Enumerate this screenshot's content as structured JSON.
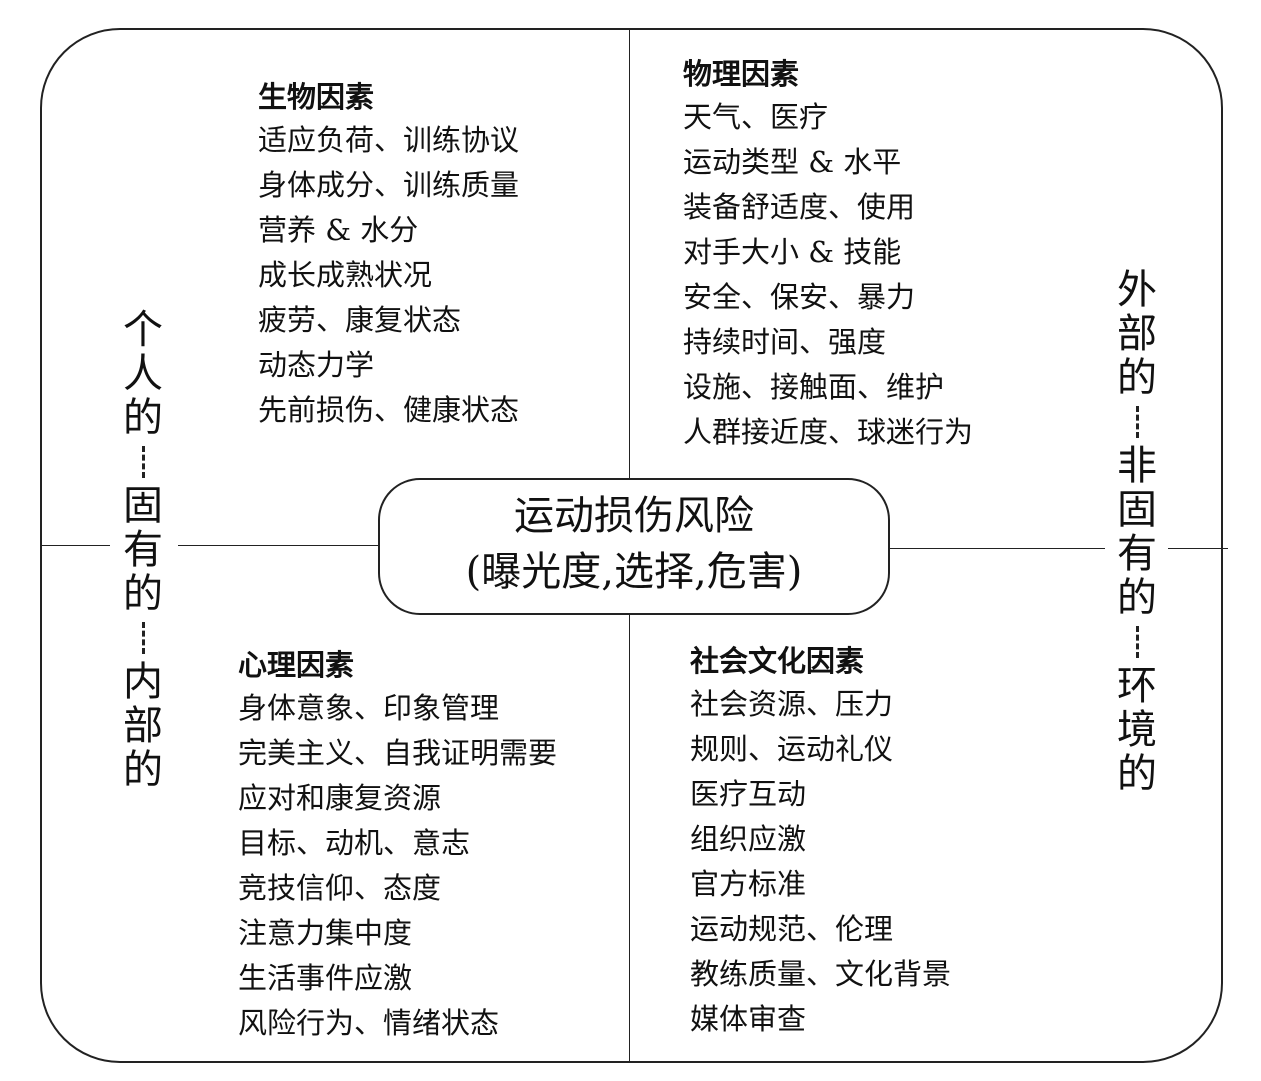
{
  "center": {
    "line1": "运动损伤风险",
    "line2": "(曝光度,选择,危害)"
  },
  "side_left": [
    "个",
    "人",
    "的",
    "--",
    "固",
    "有",
    "的",
    "--",
    "内",
    "部",
    "的"
  ],
  "side_right": [
    "外",
    "部",
    "的",
    "--",
    "非",
    "固",
    "有",
    "的",
    "--",
    "环",
    "境",
    "的"
  ],
  "quadrants": {
    "biological": {
      "title": "生物因素",
      "items": [
        "适应负荷、训练协议",
        "身体成分、训练质量",
        "营养 & 水分",
        "成长成熟状况",
        "疲劳、康复状态",
        "动态力学",
        "先前损伤、健康状态"
      ]
    },
    "physical": {
      "title": "物理因素",
      "items": [
        "天气、医疗",
        "运动类型 & 水平",
        "装备舒适度、使用",
        "对手大小 & 技能",
        "安全、保安、暴力",
        "持续时间、强度",
        "设施、接触面、维护",
        "人群接近度、球迷行为"
      ]
    },
    "psychological": {
      "title": "心理因素",
      "items": [
        "身体意象、印象管理",
        "完美主义、自我证明需要",
        "应对和康复资源",
        "目标、动机、意志",
        "竞技信仰、态度",
        "注意力集中度",
        "生活事件应激",
        "风险行为、情绪状态"
      ]
    },
    "sociocultural": {
      "title": "社会文化因素",
      "items": [
        "社会资源、压力",
        "规则、运动礼仪",
        "医疗互动",
        "组织应激",
        "官方标准",
        "运动规范、伦理",
        "教练质量、文化背景",
        "媒体审查"
      ]
    }
  }
}
